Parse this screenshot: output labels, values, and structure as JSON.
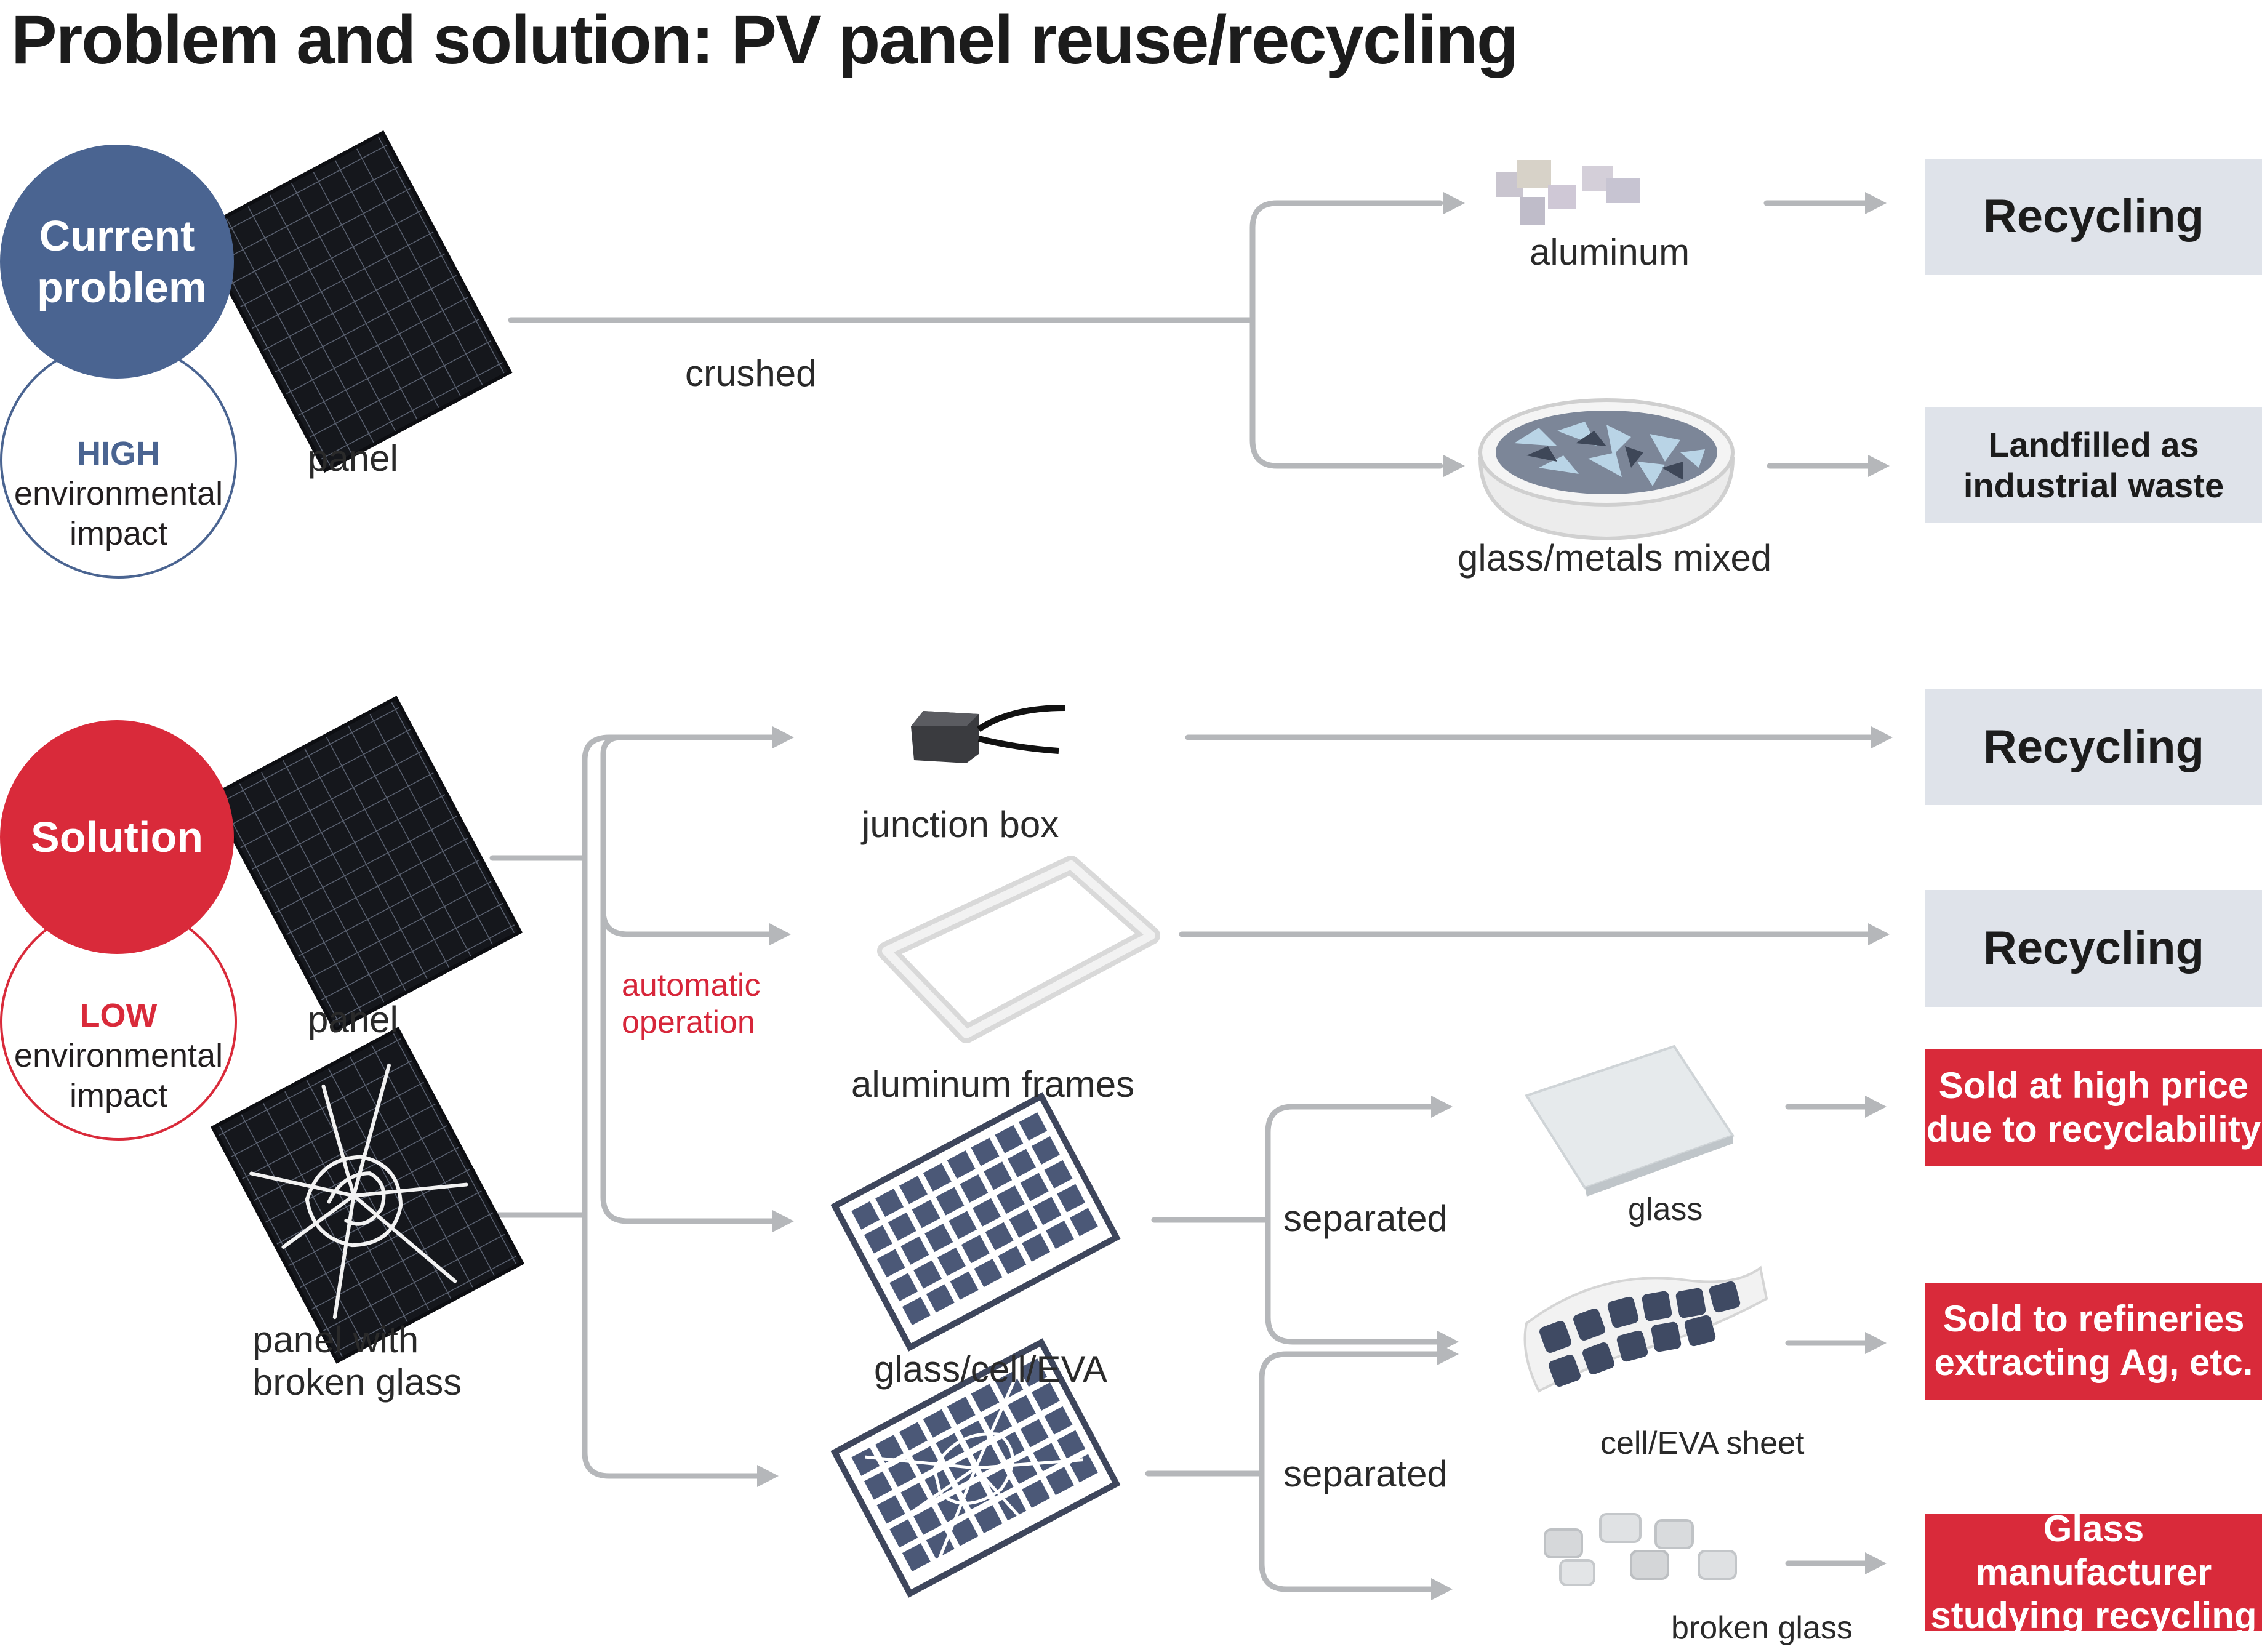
{
  "title": "Problem and solution: PV panel reuse/recycling",
  "problem": {
    "circle_label": "Current problem",
    "impact_level": "HIGH",
    "impact_text_line1": "environmental",
    "impact_text_line2": "impact",
    "panel_label": "panel",
    "process_label": "crushed",
    "outputs": [
      {
        "label": "aluminum",
        "result": "Recycling"
      },
      {
        "label": "glass/metals mixed",
        "result": "Landfilled as industrial waste"
      }
    ]
  },
  "solution": {
    "circle_label": "Solution",
    "impact_level": "LOW",
    "impact_text_line1": "environmental",
    "impact_text_line2": "impact",
    "panel_label": "panel",
    "broken_panel_label_line1": "panel with",
    "broken_panel_label_line2": "broken glass",
    "process_label_line1": "automatic",
    "process_label_line2": "operation",
    "components": [
      {
        "label": "junction box",
        "result": "Recycling"
      },
      {
        "label": "aluminum frames",
        "result": "Recycling"
      },
      {
        "label": "glass/cell/EVA"
      }
    ],
    "separated_label": "separated",
    "materials": [
      {
        "label": "glass",
        "result_line1": "Sold at high price",
        "result_line2": "due to recyclability"
      },
      {
        "label": "cell/EVA sheet",
        "result_line1": "Sold to refineries",
        "result_line2": "extracting Ag, etc."
      },
      {
        "label": "broken glass",
        "result_line1": "Glass manufacturer",
        "result_line2": "studying recycling"
      }
    ]
  },
  "colors": {
    "problem_blue": "#4a6491",
    "solution_red": "#d92a3a",
    "arrow_gray": "#b5b7ba",
    "box_gray": "#dfe3ea",
    "panel_dark": "#1b1d22",
    "cell_blue": "#4b5877"
  }
}
